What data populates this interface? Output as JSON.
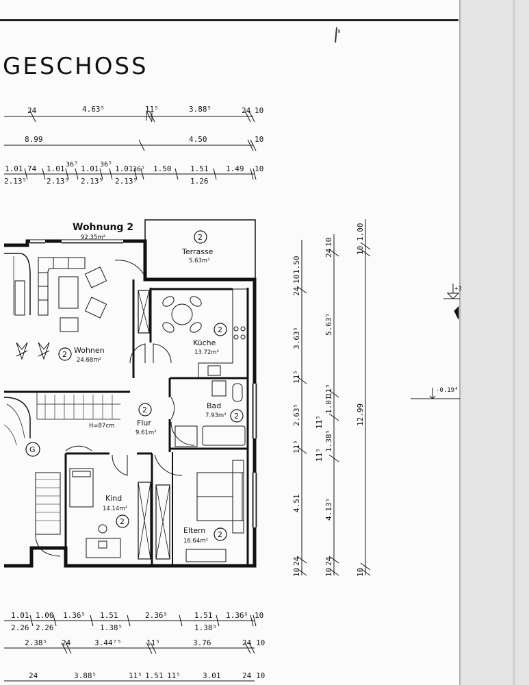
{
  "sheet": {
    "title": "GESCHOSS",
    "mark": "'",
    "apartment": {
      "name": "Wohnung 2",
      "area": "92.35m²"
    },
    "rooms": [
      {
        "id": "terrasse",
        "num": "2",
        "name": "Terrasse",
        "area": "5.63m²"
      },
      {
        "id": "wohnen",
        "num": "2",
        "name": "Wohnen",
        "area": "24.68m²"
      },
      {
        "id": "kueche",
        "num": "2",
        "name": "Küche",
        "area": "13.72m²"
      },
      {
        "id": "flur",
        "num": "2",
        "name": "Flur",
        "area": "9.61m²"
      },
      {
        "id": "bad",
        "num": "2",
        "name": "Bad",
        "area": "7.93m²"
      },
      {
        "id": "kind",
        "num": "2",
        "name": "Kind",
        "area": "14.14m²"
      },
      {
        "id": "eltern",
        "num": "2",
        "name": "Eltern",
        "area": "16.64m²"
      }
    ],
    "stair_g": "G",
    "stair_note": "H=87cm",
    "level_upper": "+3",
    "level_lower": "-0.19⁴",
    "dims_top1": [
      "24",
      "4.63⁵",
      "11⁵",
      "3.88⁵",
      "24",
      "10"
    ],
    "dims_top2": [
      "8.99",
      "4.50",
      "10"
    ],
    "dims_top3_upper": [
      "1.01",
      "74",
      "1.01",
      "36⁵",
      "1.01",
      "36⁵",
      "1.01",
      "36⁵",
      "1.50",
      "1.51",
      "1.49",
      "10"
    ],
    "dims_top3_lower": [
      "2.13⁵",
      "2.13⁵",
      "2.13⁵",
      "2.13⁵",
      "1.26"
    ],
    "dims_v1": [
      "1.50",
      "24",
      "10",
      "3.63⁵",
      "11⁵",
      "2.63⁵",
      "11⁵",
      "4.51",
      "10",
      "24"
    ],
    "dims_v2": [
      "24",
      "10",
      "5.63⁵",
      "11⁵",
      "1.01",
      "11⁵",
      "1.38⁵",
      "11⁵",
      "4.13⁵",
      "10",
      "24"
    ],
    "dims_v3": [
      "1.00",
      "10",
      "12.99",
      "10"
    ],
    "dims_bot1_upper": [
      "1.01",
      "1.00",
      "1.36⁵",
      "1.51",
      "2.36⁵",
      "1.51",
      "1.36⁵",
      "10"
    ],
    "dims_bot1_lower": [
      "2.26",
      "2.26",
      "1.38⁵",
      "1.38⁵"
    ],
    "dims_bot2": [
      "2.38⁵",
      "24",
      "3.44⁷⁵",
      "11⁵",
      "3.76",
      "24",
      "10"
    ],
    "dims_bot3": [
      "24",
      "3.88⁵",
      "11⁵",
      "1.51",
      "11⁵",
      "3.01",
      "24",
      "10"
    ]
  }
}
